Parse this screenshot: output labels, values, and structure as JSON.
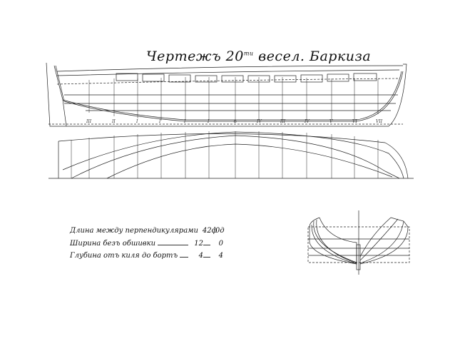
{
  "title": {
    "main": "Чертежъ 20",
    "sup": "ти",
    "rest": " весел. Баркиза"
  },
  "stations": [
    "III",
    "II",
    "I",
    "I'",
    "I",
    "I",
    "⊕",
    "IV",
    "III",
    "IV",
    "V",
    "VI",
    "VII"
  ],
  "dimensions": [
    {
      "label": "Длина между перпендикулярами",
      "feet": "42ф",
      "inches": "0д"
    },
    {
      "label": "Ширина безъ обшивки",
      "feet": "12",
      "inches": "0"
    },
    {
      "label": "Глубина отъ киля до бортъ",
      "feet": "4",
      "inches": "4"
    }
  ]
}
